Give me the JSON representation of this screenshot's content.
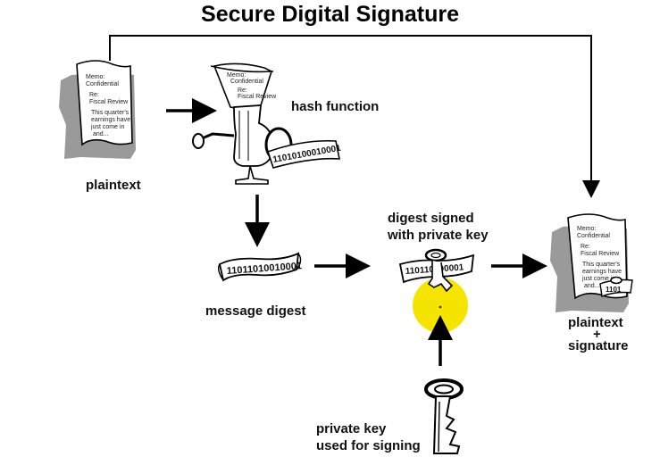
{
  "title": "Secure Digital Signature",
  "labels": {
    "plaintext": "plaintext",
    "hash_function": "hash function",
    "message_digest": "message digest",
    "digest_signed_1": "digest signed",
    "digest_signed_2": "with private key",
    "signed_plaintext_1": "plaintext",
    "signed_plaintext_2": "+",
    "signed_plaintext_3": "signature",
    "private_key_1": "private key",
    "private_key_2": "used for signing"
  },
  "memo": {
    "line1": "Memo:",
    "line2": "Confidential",
    "line3": "Re:",
    "line4": "Fiscal Review",
    "line5": "This quarter's",
    "line6": "earnings have",
    "line7": "just come in",
    "line8": "and..."
  },
  "bits": {
    "hash_output": "11010100010001",
    "digest": "11011010010001",
    "signed_digest": "110110100001",
    "signature_stamp": "1101"
  },
  "colors": {
    "highlight": "#f5e400",
    "paper_shadow": "#9a9a9a",
    "line": "#000000"
  }
}
